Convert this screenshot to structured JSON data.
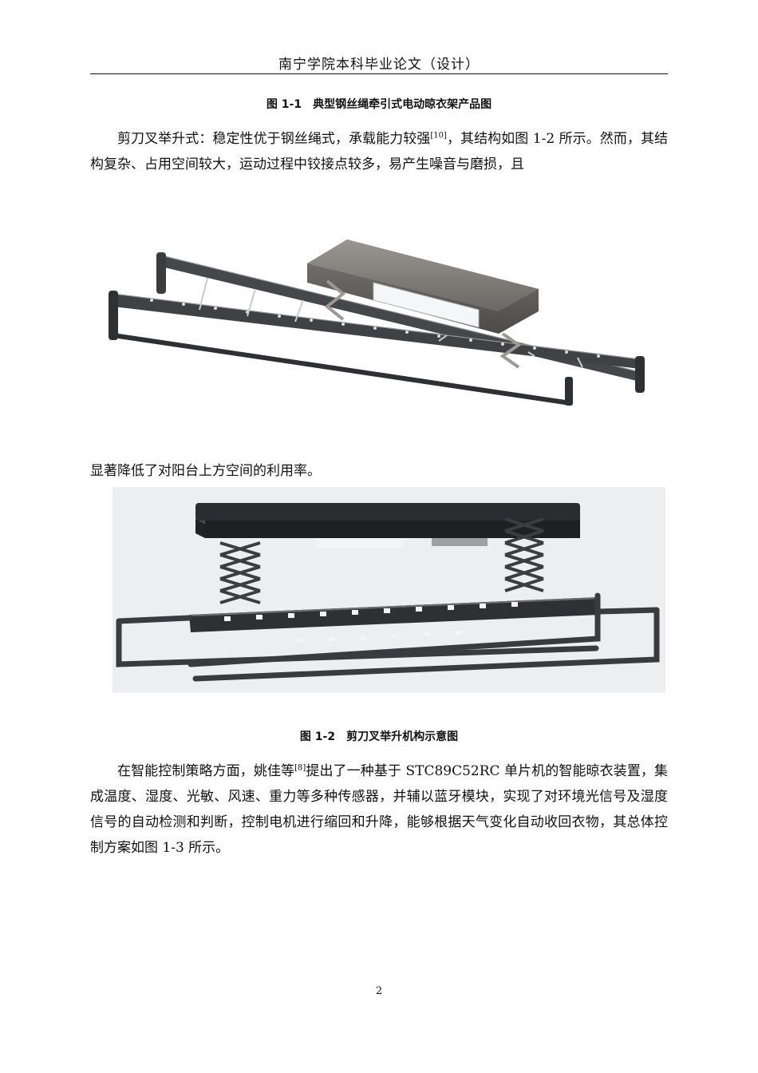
{
  "header": {
    "title": "南宁学院本科毕业论文（设计）"
  },
  "figure_1_1": {
    "number": "图 1-1",
    "title": "典型钢丝绳牵引式电动晾衣架产品图"
  },
  "para_1": {
    "text_a": "剪刀叉举升式：稳定性优于钢丝绳式，承载能力较强",
    "cite": "[10]",
    "text_b": "，其结构如图 1-2 所示。然而，其结构复杂、占用空间较大，运动过程中铰接点较多，易产生噪音与磨损，且"
  },
  "para_1_cont": {
    "text": "显著降低了对阳台上方空间的利用率。"
  },
  "figure_1_2": {
    "number": "图 1-2",
    "title": "剪刀叉举升机构示意图"
  },
  "para_2": {
    "text_a": "在智能控制策略方面，姚佳等",
    "cite": "[8]",
    "text_b": "提出了一种基于 STC89C52RC 单片机的智能晾衣装置，集成温度、湿度、光敏、风速、重力等多种传感器，并辅以蓝牙模块，实现了对环境光信号及湿度信号的自动检测和判断，控制电机进行缩回和升降，能够根据天气变化自动收回衣物，其总体控制方案如图 1-3 所示。"
  },
  "footer": {
    "page_number": "2"
  }
}
